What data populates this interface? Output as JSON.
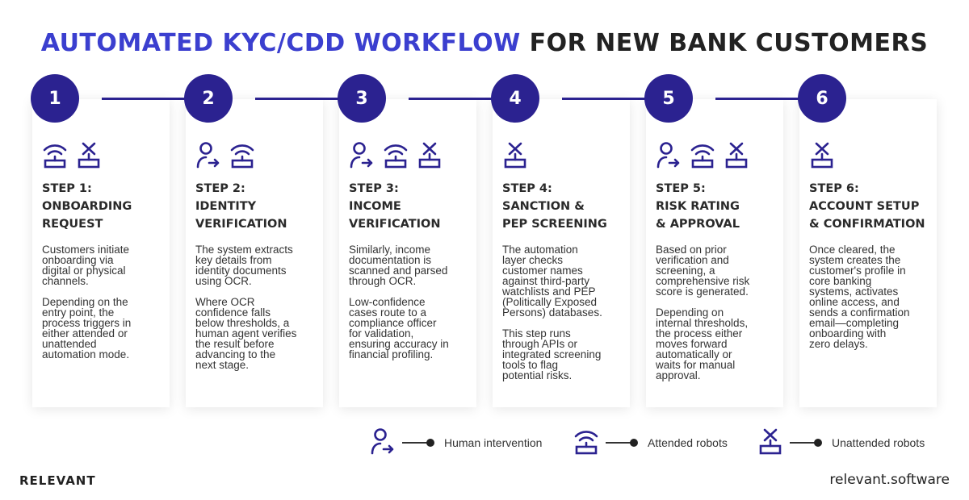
{
  "title": {
    "part1": "AUTOMATED KYC/CDD WORKFLOW",
    "part2": "FOR NEW BANK CUSTOMERS"
  },
  "colors": {
    "accent": "#3b3fcf",
    "navy": "#2b2290"
  },
  "steps": [
    {
      "number": "1",
      "icons": [
        "attended-robot",
        "unattended-robot"
      ],
      "title": "STEP 1:\nONBOARDING\nREQUEST",
      "body": "Customers initiate\nonboarding via\ndigital or physical\nchannels.\n\nDepending on the\nentry point, the\nprocess triggers in\neither attended or\nunattended\nautomation mode."
    },
    {
      "number": "2",
      "icons": [
        "human",
        "attended-robot"
      ],
      "title": "STEP 2:\nIDENTITY\nVERIFICATION",
      "body": "The system extracts\nkey details from\nidentity documents\nusing OCR.\n\nWhere OCR\nconfidence falls\nbelow thresholds, a\nhuman agent verifies\nthe result before\nadvancing to the\nnext stage."
    },
    {
      "number": "3",
      "icons": [
        "human",
        "attended-robot",
        "unattended-robot"
      ],
      "title": "STEP 3:\nINCOME\nVERIFICATION",
      "body": "Similarly, income\ndocumentation is\nscanned and parsed\nthrough OCR.\n\nLow-confidence\ncases route to a\ncompliance officer\nfor validation,\nensuring accuracy in\nfinancial profiling."
    },
    {
      "number": "4",
      "icons": [
        "unattended-robot"
      ],
      "title": "STEP 4:\nSANCTION &\nPEP SCREENING",
      "body": "The automation\nlayer checks\ncustomer names\nagainst third-party\nwatchlists and PEP\n(Politically Exposed\nPersons) databases.\n\nThis step runs\nthrough APIs or\nintegrated screening\ntools to flag\npotential risks."
    },
    {
      "number": "5",
      "icons": [
        "human",
        "attended-robot",
        "unattended-robot"
      ],
      "title": "STEP 5:\nRISK RATING\n& APPROVAL",
      "body": "Based on prior\nverification and\nscreening, a\ncomprehensive risk\nscore is generated.\n\nDepending on\ninternal thresholds,\nthe process either\nmoves forward\nautomatically or\nwaits for manual\napproval."
    },
    {
      "number": "6",
      "icons": [
        "unattended-robot"
      ],
      "title": "STEP 6:\nACCOUNT SETUP\n& CONFIRMATION",
      "body": "Once cleared, the\nsystem creates the\ncustomer's profile in\ncore banking\nsystems, activates\nonline access, and\nsends a confirmation\nemail—completing\nonboarding with\nzero delays."
    }
  ],
  "legend": [
    {
      "icon": "human",
      "label": "Human intervention"
    },
    {
      "icon": "attended-robot",
      "label": "Attended robots"
    },
    {
      "icon": "unattended-robot",
      "label": "Unattended robots"
    }
  ],
  "footer": {
    "brand": "RELEVANT",
    "site": "relevant.software"
  }
}
